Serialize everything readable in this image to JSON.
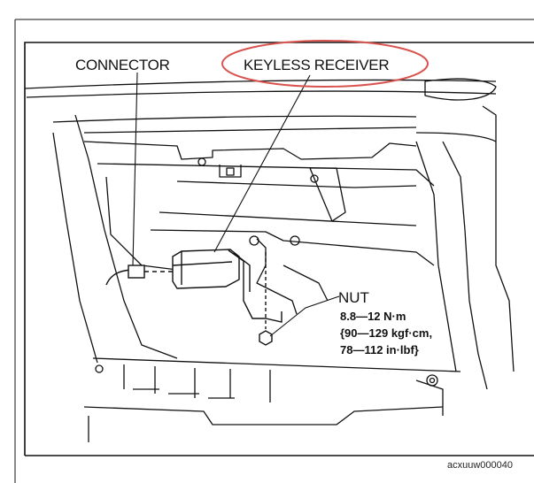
{
  "labels": {
    "connector": "CONNECTOR",
    "keyless_receiver": "KEYLESS RECEIVER",
    "nut": "NUT"
  },
  "torque": {
    "line1": "8.8—12 N·m",
    "line2": "{90—129 kgf·cm,",
    "line3": "78—112 in·lbf}"
  },
  "figure_code": "acxuuw000040",
  "colors": {
    "ink": "#111111",
    "highlight": "#d9534f"
  }
}
